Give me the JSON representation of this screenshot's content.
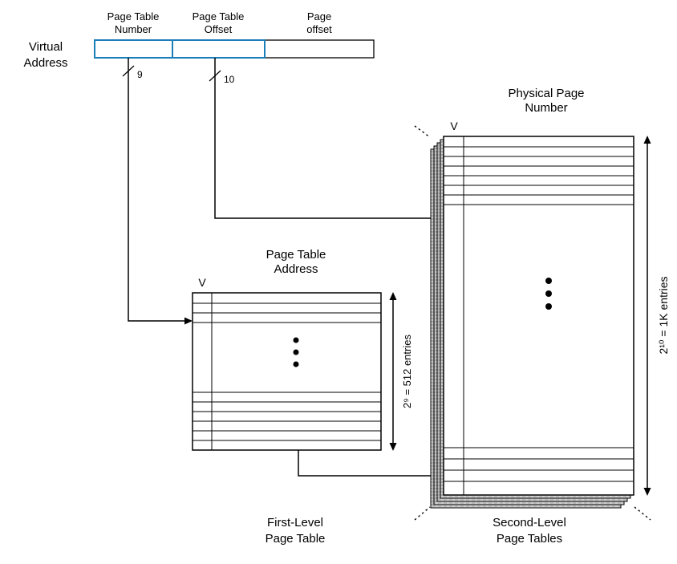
{
  "colors": {
    "accent": "#1b7eb8",
    "line": "#000000",
    "stack_fill": "#d2d2d2"
  },
  "virtual_address_label": {
    "line1": "Virtual",
    "line2": "Address"
  },
  "va_fields": {
    "page_table_number": {
      "label_line1": "Page Table",
      "label_line2": "Number",
      "bits": "9"
    },
    "page_table_offset": {
      "label_line1": "Page Table",
      "label_line2": "Offset",
      "bits": "10"
    },
    "page_offset": {
      "label_line1": "Page",
      "label_line2": "offset"
    }
  },
  "first_level_table": {
    "valid_col": "V",
    "header_line1": "Page Table",
    "header_line2": "Address",
    "entries": "2⁹ = 512 entries",
    "caption_line1": "First-Level",
    "caption_line2": "Page Table"
  },
  "second_level_tables": {
    "valid_col": "V",
    "header_line1": "Physical Page",
    "header_line2": "Number",
    "entries": "2¹⁰ = 1K entries",
    "caption_line1": "Second-Level",
    "caption_line2": "Page Tables"
  }
}
